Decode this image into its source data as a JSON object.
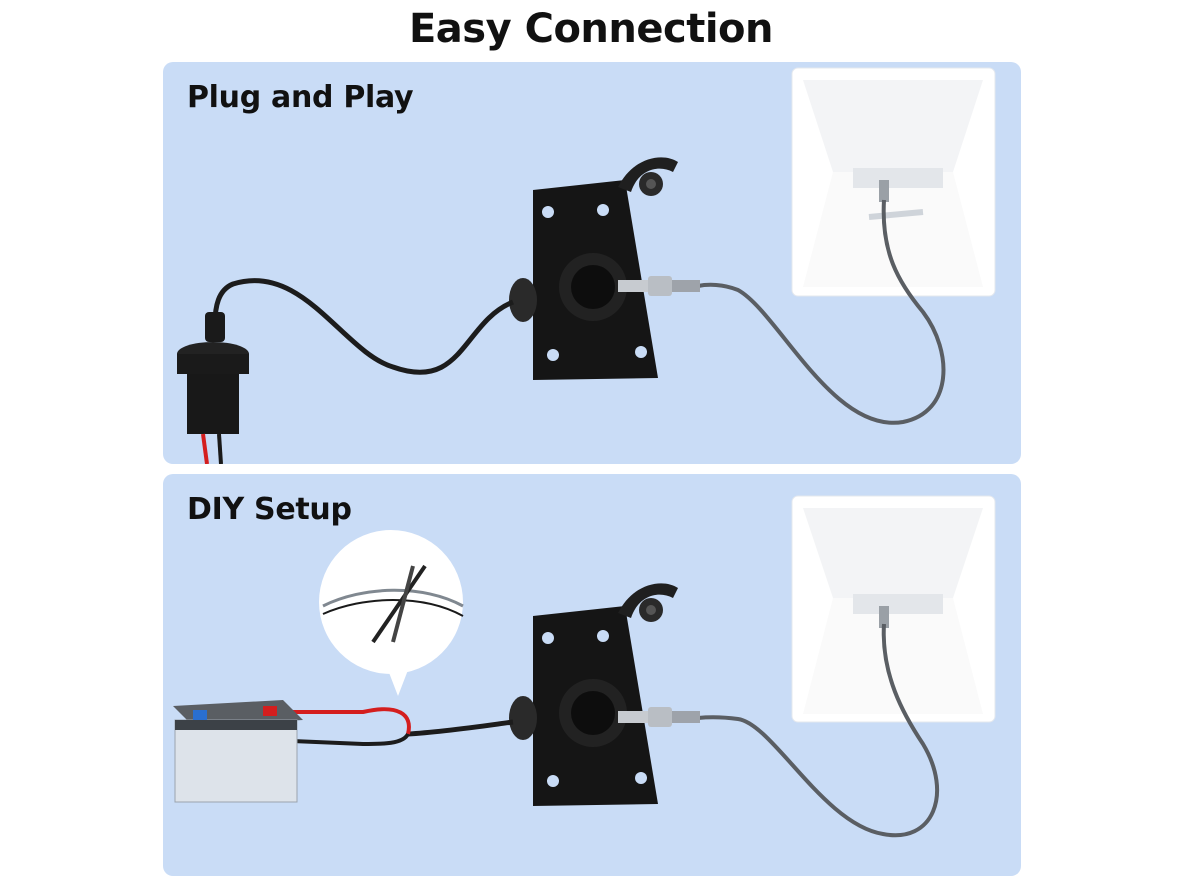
{
  "title": "Easy Connection",
  "panels": [
    {
      "label": "Plug and Play"
    },
    {
      "label": "DIY Setup"
    }
  ],
  "colors": {
    "panel_background": "#c9dcf6",
    "mount_plate": "#151515",
    "cable_grey": "#5a5e63",
    "wire_red": "#d41e1e"
  }
}
